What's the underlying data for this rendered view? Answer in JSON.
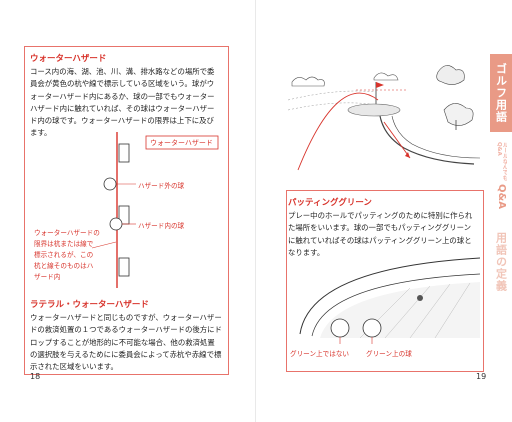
{
  "left": {
    "heading": "ウォーターハザード",
    "body": "コース内の海、湖、池、川、溝、排水路などの場所で委員会が黄色の杭や線で標示している区域をいう。球がウォーターハザード内にあるか、球の一部でもウォーターハザード内に触れていれば、その球はウォーターハザード内の球です。ウォーターハザードの限界は上下に及びます。",
    "diagram": {
      "hazard_box": "ウォーターハザード",
      "ball_out": "ハザード外の球",
      "ball_in": "ハザード内の球",
      "note_lines": [
        "ウォーターハザードの",
        "限界は杭または線で",
        "標示されるが、この",
        "杭と線そのものはハ",
        "ザード内"
      ]
    },
    "sub_heading": "ラテラル・ウォーターハザード",
    "sub_body": "ウォーターハザードと同じものですが、ウォーターハザードの救済処置の１つであるウォーターハザードの後方にドロップすることが地形的に不可能な場合、他の救済処置の選択肢を与えるためにに委員会によって赤杭や赤線で標示された区域をいいます。",
    "page_number": "18"
  },
  "right": {
    "heading": "パッティンググリーン",
    "body": "プレー中のホールでパッティングのために特別に作られた場所をいいます。球の一部でもパッティンググリーンに触れていればその球はパッティンググリーン上の球となります。",
    "ball_not_on": "グリーン上ではない",
    "ball_on": "グリーン上の球",
    "page_number": "19"
  },
  "tabs": {
    "golf_terms": "ゴルフ用語",
    "qa_small": "ルールなんでもQ&A",
    "qa": "Q&A",
    "definitions": "用語の定義"
  },
  "colors": {
    "accent": "#d8342c",
    "tab": "#e99a86",
    "tab_light": "#f1c5b8"
  }
}
